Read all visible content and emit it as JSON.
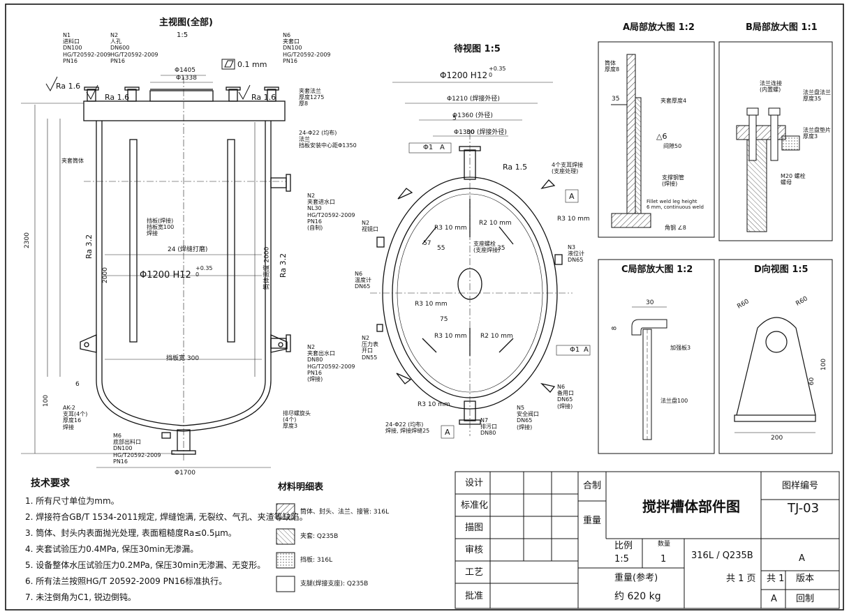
{
  "views": {
    "main_title": "主视图(全部)",
    "main_scale": "1:5",
    "side_title": "待视图 1:5",
    "detail_a": "A局部放大图 1:2",
    "detail_b": "B局部放大图 1:1",
    "detail_c": "C局部放大图 1:2",
    "view_d": "D向视图 1:5"
  },
  "main": {
    "n1": "N1\n进料口\nDN100\nHG/T20592-2009\nPN16",
    "n2": "N2\n人孔\nDN600\nHG/T20592-2009\nPN16",
    "n6": "N6\n夹套口\nDN100\nHG/T20592-2009\nPN16",
    "ra_l": "Ra 1.6",
    "ra_c": "Ra 1.6",
    "ra_r": "Ra 1.6",
    "ra_v1": "Ra 3.2",
    "ra_v2": "Ra 3.2",
    "flatness": "0.1 mm",
    "d_top1": "Φ1405",
    "d_top2": "Φ1338",
    "flange": "夹套法兰\n厚度1275\n厚8",
    "baffle": "24-Φ22 (均布)\n法兰\n挡板安装中心距Φ1350",
    "n2b": "N2\n夹套进水口\nNL30\nHG/T20592-2009\nPN16\n(自制)",
    "jacket": "夹套筒体",
    "baffle_lbl": "挡板(焊接)\n挡板宽100\n焊接",
    "w24": "24 (焊缝打磨)",
    "dia": "Φ1200 H12",
    "tol": "+0.35\n0",
    "h2300": "2300",
    "h2000": "2000",
    "hsec": "筒体高度 2000",
    "width1300": "挡板宽 300",
    "n2c": "N2\n夹套出水口\nDN80\nHG/T20592-2009\nPN16\n(焊接)",
    "ak": "AK-2\n支耳(4个)\n厚度16\n焊接",
    "m6": "M6\n底部出料口\nDN100\nHG/T20592-2009\nPN16",
    "drain": "排尽螺旋头\n(4个)\n厚度3",
    "d1700": "Φ1700",
    "dim100": "100",
    "dim8": "6"
  },
  "side": {
    "dia": "Φ1200 H12",
    "tol": "+0.35\n0",
    "d1": "Φ1210 (焊接外径)",
    "d2": "Φ1360 (外径)",
    "d3": "Φ1300 (焊接外径)",
    "d5": "5",
    "d30": "30",
    "gtol": "Φ1",
    "datum": "A",
    "ra": "Ra 1.5",
    "r1": "R3 10 mm",
    "r2": "R2 10 mm",
    "r3": "R3 10 mm",
    "r4": "R3 10 mm",
    "r5": "R2 10 mm",
    "r6": "R3 10 mm",
    "r7": "R3 10 mm",
    "n2": "N2\n视镜口",
    "n6": "N6\n温度计\nDN65",
    "n3": "N3\n液位计\nDN65",
    "n4": "N2\n压力表\n开口\nDN55",
    "n5": "N5\n安全阀口\nDN65\n(焊接)",
    "n6b": "N6\n备用口\nDN65\n(焊接)",
    "n7": "N7\n排污口\nDN80",
    "center": "支座螺栓\n(支座焊接)",
    "lugs": "4个支耳焊接\n(支座处理)",
    "h24": "24-Φ22 (均布)\n焊接, 焊接焊缝25",
    "a": "A",
    "a2": "A",
    "n55": "55",
    "n57": "57",
    "n75": "75",
    "n35": "35"
  },
  "detA": {
    "l1": "筒体\n厚度8",
    "l2": "夹套厚度4",
    "l3": "△6",
    "l4": "间隙50",
    "l5": "支撑钢管\n(焊接)",
    "l6": "Fillet weld leg height\n6 mm, continuous weld",
    "l7": "角钢 ∠8",
    "d35": "35"
  },
  "detB": {
    "l1": "法兰连接\n(内置螺)",
    "l2": "法兰盘法兰\n厚度35",
    "l3": "法兰盘垫片\n厚度3",
    "l4": "M20 螺栓\n螺母"
  },
  "detC": {
    "l1": "加强板3",
    "l2": "法兰盘100",
    "d30": "30",
    "d8": "8"
  },
  "viewD": {
    "r60": "R60",
    "r800": "R60",
    "d200": "200",
    "d100": "100",
    "d60": "60"
  },
  "tech": {
    "title": "技术要求",
    "items": [
      "1. 所有尺寸单位为mm。",
      "2. 焊接符合GB/T 1534-2011规定, 焊缝饱满, 无裂纹、气孔、夹渣等缺陷。",
      "3. 筒体、封头内表面抛光处理, 表面粗糙度Ra≤0.5μm。",
      "4. 夹套试验压力0.4MPa, 保压30min无渗漏。",
      "5. 设备整体水压试验压力0.2MPa, 保压30min无渗漏、无变形。",
      "6. 所有法兰按照HG/T 20592-2009 PN16标准执行。",
      "7. 未注倒角为C1, 锐边倒钝。"
    ]
  },
  "materials": {
    "title": "材料明细表",
    "items": [
      "筒体、封头、法兰、接管: 316L",
      "夹套: Q235B",
      "挡板: 316L",
      "支腿(焊接支座): Q235B"
    ]
  },
  "titleblock": {
    "design": "设计",
    "standard": "标准化",
    "drawing": "描图",
    "check": "审核",
    "process": "工艺",
    "approve": "批准",
    "combined": "合制",
    "weight": "重量",
    "name": "搅拌槽体部件图",
    "drawno_label": "图样编号",
    "drawno": "TJ-03",
    "scale_l": "比例",
    "scale_v": "1:5",
    "qty_l": "数量",
    "qty_v": "1",
    "mat": "316L / Q235B",
    "weight_l": "重量(参考)",
    "weight_v": "约 620 kg",
    "sheets": "共 1 页",
    "sheet_no": "共 1",
    "version": "版本",
    "rev": "A",
    "rev2": "A",
    "revise": "回制"
  }
}
